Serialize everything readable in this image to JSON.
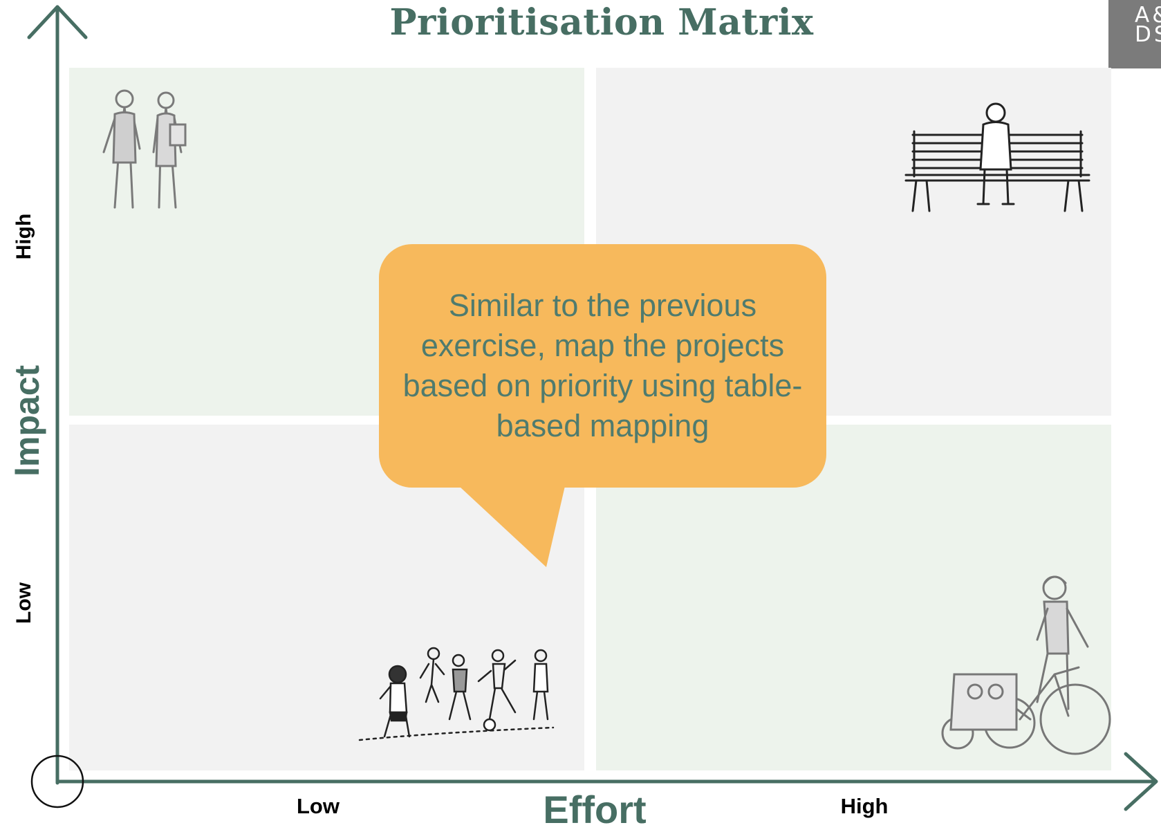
{
  "title": "Prioritisation Matrix",
  "logo": {
    "line1": "A&",
    "line2": "DS"
  },
  "y_axis": {
    "title": "Impact",
    "high": "High",
    "low": "Low"
  },
  "x_axis": {
    "title": "Effort",
    "low": "Low",
    "high": "High"
  },
  "callout": {
    "text": "Similar to the previous exercise, map the projects based on priority using table-based mapping"
  },
  "colors": {
    "axis": "#476e63",
    "callout_bg": "#f7b95c",
    "callout_text": "#4f7b6e",
    "quadrant_green": "#edf3ec",
    "quadrant_grey": "#f2f2f2"
  },
  "quadrants": [
    {
      "position": "top-left",
      "illustration": "two-people-walking"
    },
    {
      "position": "top-right",
      "illustration": "person-on-bench"
    },
    {
      "position": "bottom-left",
      "illustration": "children-playing-football"
    },
    {
      "position": "bottom-right",
      "illustration": "cyclist-with-trailer"
    }
  ]
}
